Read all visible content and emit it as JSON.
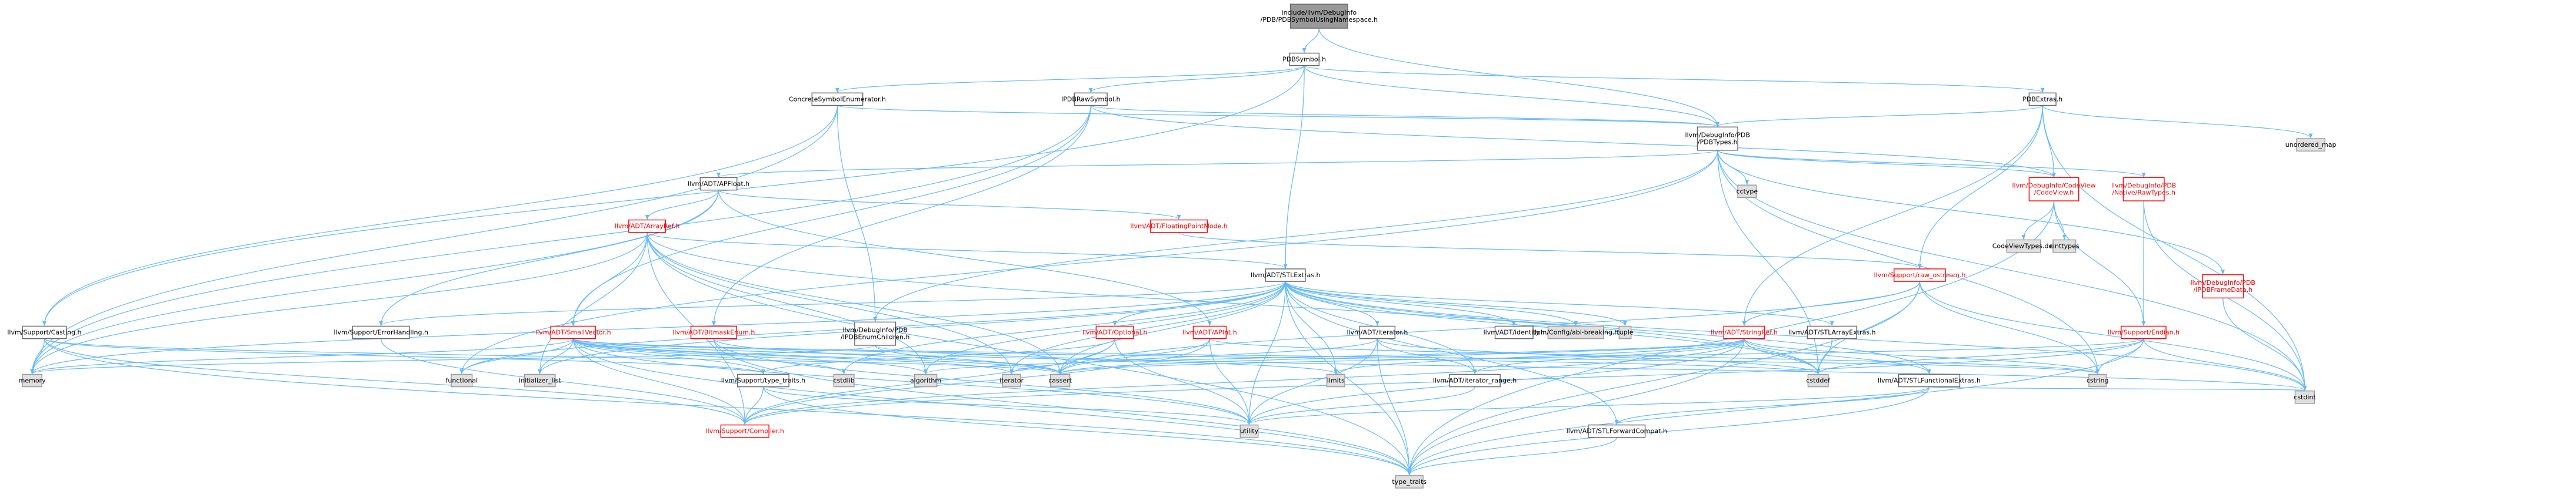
{
  "styles": {
    "root": {
      "fill": "#999999",
      "stroke": "#666666",
      "text": "#000000"
    },
    "normal": {
      "fill": "#ffffff",
      "stroke": "#666666",
      "text": "#000000"
    },
    "expand": {
      "fill": "#ffffff",
      "stroke": "#ff0000",
      "text": "#ff0000"
    },
    "external": {
      "fill": "#e0e0e0",
      "stroke": "#999999",
      "text": "#000000"
    },
    "edge_color": "#63b8ff"
  },
  "nodes": [
    {
      "id": "root",
      "lines": [
        "include/llvm/DebugInfo",
        "/PDB/PDBSymbolUsingNamespace.h"
      ],
      "style": "root"
    },
    {
      "id": "pdbsymbol",
      "lines": [
        "PDBSymbol.h"
      ],
      "style": "normal"
    },
    {
      "id": "concrete",
      "lines": [
        "ConcreteSymbolEnumerator.h"
      ],
      "style": "normal"
    },
    {
      "id": "ipdbraw",
      "lines": [
        "IPDBRawSymbol.h"
      ],
      "style": "normal"
    },
    {
      "id": "pdbextras",
      "lines": [
        "PDBExtras.h"
      ],
      "style": "normal"
    },
    {
      "id": "pdbtypes",
      "lines": [
        "llvm/DebugInfo/PDB",
        "/PDBTypes.h"
      ],
      "style": "normal"
    },
    {
      "id": "unordered_map",
      "lines": [
        "unordered_map"
      ],
      "style": "external"
    },
    {
      "id": "apfloat",
      "lines": [
        "llvm/ADT/APFloat.h"
      ],
      "style": "normal"
    },
    {
      "id": "cctype",
      "lines": [
        "cctype"
      ],
      "style": "external"
    },
    {
      "id": "codeview",
      "lines": [
        "llvm/DebugInfo/CodeView",
        "/CodeView.h"
      ],
      "style": "expand"
    },
    {
      "id": "nativeraw",
      "lines": [
        "llvm/DebugInfo/PDB",
        "/Native/RawTypes.h"
      ],
      "style": "expand"
    },
    {
      "id": "arrayref",
      "lines": [
        "llvm/ADT/ArrayRef.h"
      ],
      "style": "expand"
    },
    {
      "id": "fpmode",
      "lines": [
        "llvm/ADT/FloatingPointMode.h"
      ],
      "style": "expand"
    },
    {
      "id": "cvtypesdef",
      "lines": [
        "CodeViewTypes.def"
      ],
      "style": "external"
    },
    {
      "id": "cinttypes",
      "lines": [
        "cinttypes"
      ],
      "style": "external"
    },
    {
      "id": "stlextras",
      "lines": [
        "llvm/ADT/STLExtras.h"
      ],
      "style": "normal"
    },
    {
      "id": "rawostream",
      "lines": [
        "llvm/Support/raw_ostream.h"
      ],
      "style": "expand"
    },
    {
      "id": "ipdbframe",
      "lines": [
        "llvm/DebugInfo/PDB",
        "/IPDBFrameData.h"
      ],
      "style": "expand"
    },
    {
      "id": "casting",
      "lines": [
        "llvm/Support/Casting.h"
      ],
      "style": "normal"
    },
    {
      "id": "errorhandling",
      "lines": [
        "llvm/Support/ErrorHandling.h"
      ],
      "style": "normal"
    },
    {
      "id": "smallvector",
      "lines": [
        "llvm/ADT/SmallVector.h"
      ],
      "style": "expand"
    },
    {
      "id": "bitmask",
      "lines": [
        "llvm/ADT/BitmaskEnum.h"
      ],
      "style": "expand"
    },
    {
      "id": "ipdbenum",
      "lines": [
        "llvm/DebugInfo/PDB",
        "/IPDBEnumChildren.h"
      ],
      "style": "normal"
    },
    {
      "id": "optional",
      "lines": [
        "llvm/ADT/Optional.h"
      ],
      "style": "expand"
    },
    {
      "id": "apint",
      "lines": [
        "llvm/ADT/APInt.h"
      ],
      "style": "expand"
    },
    {
      "id": "iterator",
      "lines": [
        "llvm/ADT/iterator.h"
      ],
      "style": "normal"
    },
    {
      "id": "adtidentity",
      "lines": [
        "llvm/ADT/identity.h"
      ],
      "style": "normal"
    },
    {
      "id": "configabi",
      "lines": [
        "llvm/Config/abi-breaking.h"
      ],
      "style": "external"
    },
    {
      "id": "tuple",
      "lines": [
        "tuple"
      ],
      "style": "external"
    },
    {
      "id": "stringref",
      "lines": [
        "llvm/ADT/StringRef.h"
      ],
      "style": "expand"
    },
    {
      "id": "stlarrayextras",
      "lines": [
        "llvm/ADT/STLArrayExtras.h"
      ],
      "style": "normal"
    },
    {
      "id": "endian",
      "lines": [
        "llvm/Support/Endian.h"
      ],
      "style": "expand"
    },
    {
      "id": "typetraits",
      "lines": [
        "llvm/Support/type_traits.h"
      ],
      "style": "normal"
    },
    {
      "id": "iterrange",
      "lines": [
        "llvm/ADT/iterator_range.h"
      ],
      "style": "normal"
    },
    {
      "id": "stlfunc",
      "lines": [
        "llvm/ADT/STLFunctionalExtras.h"
      ],
      "style": "normal"
    },
    {
      "id": "compiler",
      "lines": [
        "llvm/Support/Compiler.h"
      ],
      "style": "expand"
    },
    {
      "id": "stlfwd",
      "lines": [
        "llvm/ADT/STLForwardCompat.h"
      ],
      "style": "normal"
    },
    {
      "id": "memory",
      "lines": [
        "memory"
      ],
      "style": "external"
    },
    {
      "id": "functional",
      "lines": [
        "functional"
      ],
      "style": "external"
    },
    {
      "id": "initlist",
      "lines": [
        "initializer_list"
      ],
      "style": "external"
    },
    {
      "id": "cstdlib",
      "lines": [
        "cstdlib"
      ],
      "style": "external"
    },
    {
      "id": "algorithm",
      "lines": [
        "algorithm"
      ],
      "style": "external"
    },
    {
      "id": "iteratorstd",
      "lines": [
        "iterator"
      ],
      "style": "external"
    },
    {
      "id": "cassert",
      "lines": [
        "cassert"
      ],
      "style": "external"
    },
    {
      "id": "limits",
      "lines": [
        "limits"
      ],
      "style": "external"
    },
    {
      "id": "cstddef",
      "lines": [
        "cstddef"
      ],
      "style": "external"
    },
    {
      "id": "cstring",
      "lines": [
        "cstring"
      ],
      "style": "external"
    },
    {
      "id": "cstdint",
      "lines": [
        "cstdint"
      ],
      "style": "external"
    },
    {
      "id": "utility",
      "lines": [
        "utility"
      ],
      "style": "external"
    },
    {
      "id": "type_traits",
      "lines": [
        "type_traits"
      ],
      "style": "external"
    }
  ],
  "edges": [
    [
      "root",
      "pdbsymbol"
    ],
    [
      "root",
      "pdbtypes"
    ],
    [
      "pdbsymbol",
      "concrete"
    ],
    [
      "pdbsymbol",
      "ipdbraw"
    ],
    [
      "pdbsymbol",
      "pdbextras"
    ],
    [
      "pdbsymbol",
      "pdbtypes"
    ],
    [
      "pdbsymbol",
      "stlextras"
    ],
    [
      "pdbsymbol",
      "casting"
    ],
    [
      "concrete",
      "ipdbenum"
    ],
    [
      "concrete",
      "pdbtypes"
    ],
    [
      "concrete",
      "casting"
    ],
    [
      "concrete",
      "memory"
    ],
    [
      "ipdbraw",
      "pdbtypes"
    ],
    [
      "ipdbraw",
      "codeview"
    ],
    [
      "ipdbraw",
      "bitmask"
    ],
    [
      "ipdbraw",
      "smallvector"
    ],
    [
      "ipdbraw",
      "memory"
    ],
    [
      "pdbextras",
      "pdbtypes"
    ],
    [
      "pdbextras",
      "codeview"
    ],
    [
      "pdbextras",
      "stringref"
    ],
    [
      "pdbextras",
      "rawostream"
    ],
    [
      "pdbextras",
      "cstdint"
    ],
    [
      "pdbextras",
      "unordered_map"
    ],
    [
      "pdbtypes",
      "apfloat"
    ],
    [
      "pdbtypes",
      "codeview"
    ],
    [
      "pdbtypes",
      "ipdbenum"
    ],
    [
      "pdbtypes",
      "ipdbframe"
    ],
    [
      "pdbtypes",
      "nativeraw"
    ],
    [
      "pdbtypes",
      "cctype"
    ],
    [
      "pdbtypes",
      "cstddef"
    ],
    [
      "pdbtypes",
      "cstdint"
    ],
    [
      "pdbtypes",
      "cstring"
    ],
    [
      "pdbtypes",
      "functional"
    ],
    [
      "apfloat",
      "arrayref"
    ],
    [
      "apfloat",
      "fpmode"
    ],
    [
      "apfloat",
      "apint"
    ],
    [
      "apfloat",
      "errorhandling"
    ],
    [
      "apfloat",
      "memory"
    ],
    [
      "codeview",
      "cvtypesdef"
    ],
    [
      "codeview",
      "cinttypes"
    ],
    [
      "codeview",
      "endian"
    ],
    [
      "codeview",
      "type_traits"
    ],
    [
      "nativeraw",
      "endian"
    ],
    [
      "nativeraw",
      "cstdint"
    ],
    [
      "arrayref",
      "stlextras"
    ],
    [
      "arrayref",
      "smallvector"
    ],
    [
      "arrayref",
      "compiler"
    ],
    [
      "arrayref",
      "algorithm"
    ],
    [
      "arrayref",
      "cassert"
    ],
    [
      "arrayref",
      "cstddef"
    ],
    [
      "arrayref",
      "initlist"
    ],
    [
      "arrayref",
      "iteratorstd"
    ],
    [
      "arrayref",
      "memory"
    ],
    [
      "arrayref",
      "type_traits"
    ],
    [
      "fpmode",
      "rawostream"
    ],
    [
      "stlextras",
      "stlarrayextras"
    ],
    [
      "stlextras",
      "stlfunc"
    ],
    [
      "stlextras",
      "stlfwd"
    ],
    [
      "stlextras",
      "adtidentity"
    ],
    [
      "stlextras",
      "iterator"
    ],
    [
      "stlextras",
      "iterrange"
    ],
    [
      "stlextras",
      "configabi"
    ],
    [
      "stlextras",
      "errorhandling"
    ],
    [
      "stlextras",
      "optional"
    ],
    [
      "stlextras",
      "algorithm"
    ],
    [
      "stlextras",
      "cassert"
    ],
    [
      "stlextras",
      "cstddef"
    ],
    [
      "stlextras",
      "cstdint"
    ],
    [
      "stlextras",
      "cstdlib"
    ],
    [
      "stlextras",
      "functional"
    ],
    [
      "stlextras",
      "initlist"
    ],
    [
      "stlextras",
      "iteratorstd"
    ],
    [
      "stlextras",
      "limits"
    ],
    [
      "stlextras",
      "memory"
    ],
    [
      "stlextras",
      "tuple"
    ],
    [
      "stlextras",
      "type_traits"
    ],
    [
      "stlextras",
      "utility"
    ],
    [
      "rawostream",
      "stringref"
    ],
    [
      "rawostream",
      "cassert"
    ],
    [
      "rawostream",
      "cstddef"
    ],
    [
      "rawostream",
      "cstdint"
    ],
    [
      "rawostream",
      "cstring"
    ],
    [
      "rawostream",
      "type_traits"
    ],
    [
      "ipdbframe",
      "cstdint"
    ],
    [
      "casting",
      "compiler"
    ],
    [
      "casting",
      "typetraits"
    ],
    [
      "casting",
      "cassert"
    ],
    [
      "casting",
      "memory"
    ],
    [
      "casting",
      "type_traits"
    ],
    [
      "errorhandling",
      "compiler"
    ],
    [
      "smallvector",
      "compiler"
    ],
    [
      "smallvector",
      "typetraits"
    ],
    [
      "smallvector",
      "algorithm"
    ],
    [
      "smallvector",
      "cassert"
    ],
    [
      "smallvector",
      "cstddef"
    ],
    [
      "smallvector",
      "cstdlib"
    ],
    [
      "smallvector",
      "cstring"
    ],
    [
      "smallvector",
      "functional"
    ],
    [
      "smallvector",
      "initlist"
    ],
    [
      "smallvector",
      "iteratorstd"
    ],
    [
      "smallvector",
      "limits"
    ],
    [
      "smallvector",
      "memory"
    ],
    [
      "smallvector",
      "type_traits"
    ],
    [
      "smallvector",
      "utility"
    ],
    [
      "bitmask",
      "cassert"
    ],
    [
      "bitmask",
      "type_traits"
    ],
    [
      "bitmask",
      "utility"
    ],
    [
      "ipdbenum",
      "cassert"
    ],
    [
      "ipdbenum",
      "cstdint"
    ],
    [
      "ipdbenum",
      "memory"
    ],
    [
      "optional",
      "compiler"
    ],
    [
      "optional",
      "typetraits"
    ],
    [
      "optional",
      "cassert"
    ],
    [
      "optional",
      "new_dummy"
    ],
    [
      "optional",
      "utility"
    ],
    [
      "apint",
      "compiler"
    ],
    [
      "apint",
      "cassert"
    ],
    [
      "apint",
      "climits_dummy"
    ],
    [
      "apint",
      "cstring"
    ],
    [
      "apint",
      "utility"
    ],
    [
      "iterator",
      "iterrange"
    ],
    [
      "iterator",
      "cstddef"
    ],
    [
      "iterator",
      "iteratorstd"
    ],
    [
      "iterator",
      "type_traits"
    ],
    [
      "iterator",
      "utility"
    ],
    [
      "stringref",
      "stlfunc"
    ],
    [
      "stringref",
      "iterrange"
    ],
    [
      "stringref",
      "compiler"
    ],
    [
      "stringref",
      "algorithm"
    ],
    [
      "stringref",
      "cassert"
    ],
    [
      "stringref",
      "cstddef"
    ],
    [
      "stringref",
      "cstring"
    ],
    [
      "stringref",
      "limits"
    ],
    [
      "stringref",
      "type_traits"
    ],
    [
      "stringref",
      "utility"
    ],
    [
      "stlarrayextras",
      "cstddef"
    ],
    [
      "endian",
      "compiler"
    ],
    [
      "endian",
      "cassert"
    ],
    [
      "endian",
      "cstddef"
    ],
    [
      "endian",
      "cstdint"
    ],
    [
      "endian",
      "cstring"
    ],
    [
      "endian",
      "type_traits"
    ],
    [
      "typetraits",
      "compiler"
    ],
    [
      "typetraits",
      "type_traits"
    ],
    [
      "typetraits",
      "utility"
    ],
    [
      "iterrange",
      "utility"
    ],
    [
      "stlfunc",
      "stlfwd"
    ],
    [
      "stlfunc",
      "cstdint"
    ],
    [
      "stlfunc",
      "type_traits"
    ],
    [
      "stlfunc",
      "utility"
    ],
    [
      "stlfwd",
      "type_traits"
    ]
  ]
}
